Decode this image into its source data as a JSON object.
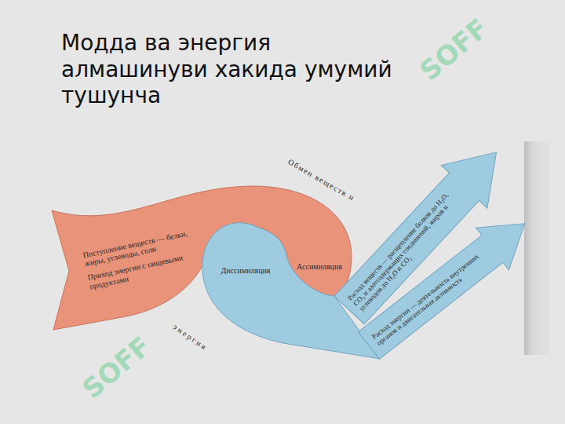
{
  "diagram": {
    "title": "Модда ва энергия алмашинуви хакида умумий тушунча",
    "nodes": [
      {
        "text": [
          "Поступление веществ — белки, жиры, углеводы, соли",
          "Приход энергии с пищевыми продуктами"
        ]
      },
      {
        "text": [
          "Диссимиляция"
        ]
      },
      {
        "text": [
          "Ассимиляция"
        ]
      },
      {
        "text": [
          "Расход веществ — расщепление белков до H₂O, CO₂ и азотсодержащих соединений, жиров и углеводов до H₂O и CO₂"
        ]
      },
      {
        "text": [
          "Расход энергии — деятельность внутренних органов и двигательная активность"
        ]
      }
    ],
    "labels": [
      "Обмен веществ и",
      "энергия",
      "SOFF",
      "SOFF"
    ]
  }
}
